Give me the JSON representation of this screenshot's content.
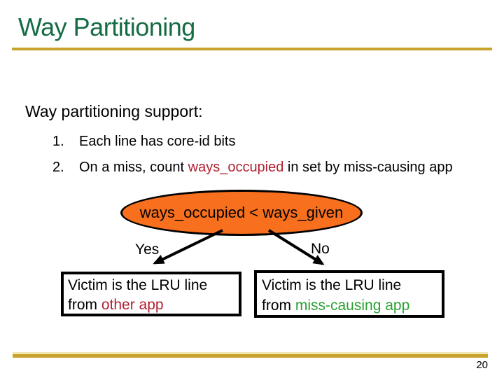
{
  "slide": {
    "title": "Way Partitioning",
    "page_number": "20"
  },
  "body": {
    "lead_in": "Way partitioning support:",
    "items": [
      {
        "number": "1.",
        "text": "Each line has core-id bits"
      },
      {
        "number": "2.",
        "pre": "On a miss, count ",
        "highlight": "ways_occupied",
        "post": " in set by miss-causing app"
      }
    ]
  },
  "diagram": {
    "condition": "ways_occupied < ways_given",
    "yes_label": "Yes",
    "no_label": "No",
    "yes_box": {
      "line1": "Victim is the LRU line",
      "line2_pre": "from ",
      "line2_highlight": "other app"
    },
    "no_box": {
      "line1": "Victim is the LRU line",
      "line2_pre": "from ",
      "line2_highlight": "miss-causing app"
    }
  },
  "colors": {
    "title_green": "#156B43",
    "gold": "#C9A22C",
    "red": "#B22030",
    "green": "#2CA033",
    "orange": "#F8701D"
  }
}
